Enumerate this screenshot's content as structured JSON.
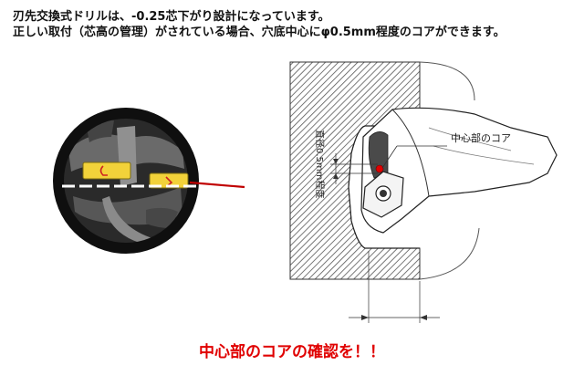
{
  "intro_text": "刃先交換式ドリルは、-0.25芯下がり設計になっています。\n正しい取付（芯高の管理）がされている場合、穴底中心にφ0.5mm程度のコアができます。",
  "core_label": "中心部のコア",
  "diameter_label": "直径0.5mm程度",
  "bottom_message": "中心部のコアの確認を！！",
  "colors": {
    "accent": "#e00000",
    "insert_yellow": "#f2d23a",
    "hatch": "#555555"
  }
}
